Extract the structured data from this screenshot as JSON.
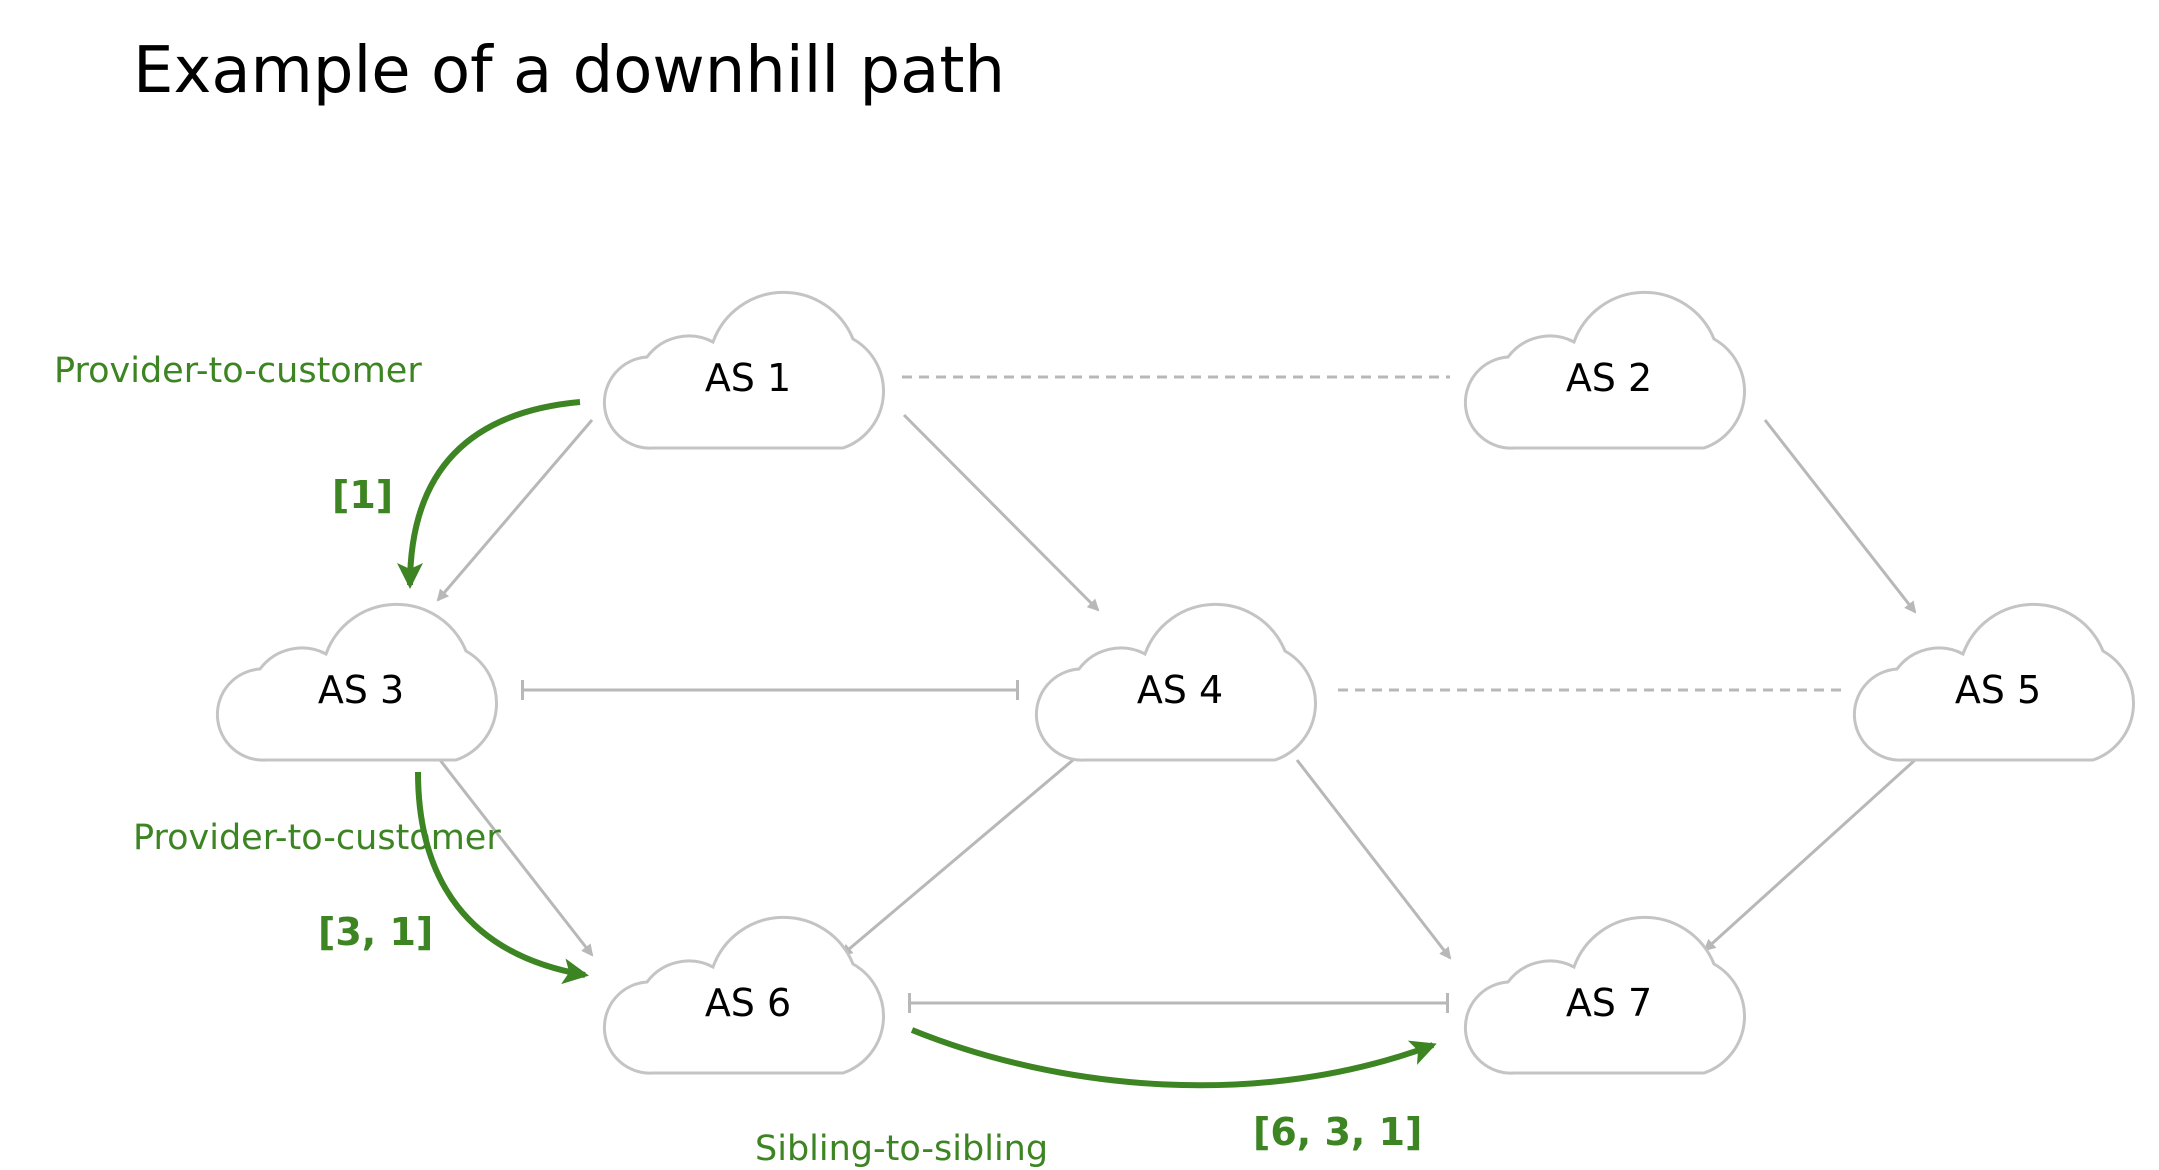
{
  "title": "Example of a downhill path",
  "colors": {
    "highlight": "#3d8423",
    "edge": "#b8b8b8",
    "cloud_stroke": "#c4c4c4",
    "text": "#000000"
  },
  "nodes": [
    {
      "id": "as1",
      "label": "AS 1"
    },
    {
      "id": "as2",
      "label": "AS 2"
    },
    {
      "id": "as3",
      "label": "AS 3"
    },
    {
      "id": "as4",
      "label": "AS 4"
    },
    {
      "id": "as5",
      "label": "AS 5"
    },
    {
      "id": "as6",
      "label": "AS 6"
    },
    {
      "id": "as7",
      "label": "AS 7"
    }
  ],
  "edges": [
    {
      "from": "as1",
      "to": "as3",
      "type": "provider-to-customer"
    },
    {
      "from": "as1",
      "to": "as4",
      "type": "provider-to-customer"
    },
    {
      "from": "as2",
      "to": "as5",
      "type": "provider-to-customer"
    },
    {
      "from": "as3",
      "to": "as6",
      "type": "provider-to-customer"
    },
    {
      "from": "as4",
      "to": "as6",
      "type": "provider-to-customer"
    },
    {
      "from": "as4",
      "to": "as7",
      "type": "provider-to-customer"
    },
    {
      "from": "as5",
      "to": "as7",
      "type": "provider-to-customer"
    },
    {
      "from": "as1",
      "to": "as2",
      "type": "peer"
    },
    {
      "from": "as4",
      "to": "as5",
      "type": "peer"
    },
    {
      "from": "as3",
      "to": "as4",
      "type": "sibling"
    },
    {
      "from": "as6",
      "to": "as7",
      "type": "sibling"
    }
  ],
  "path_steps": [
    {
      "from": "as1",
      "to": "as3",
      "relation_label": "Provider-to-customer",
      "path_label": "[1]"
    },
    {
      "from": "as3",
      "to": "as6",
      "relation_label": "Provider-to-customer",
      "path_label": "[3, 1]"
    },
    {
      "from": "as6",
      "to": "as7",
      "relation_label": "Sibling-to-sibling",
      "path_label": "[6, 3, 1]"
    }
  ]
}
